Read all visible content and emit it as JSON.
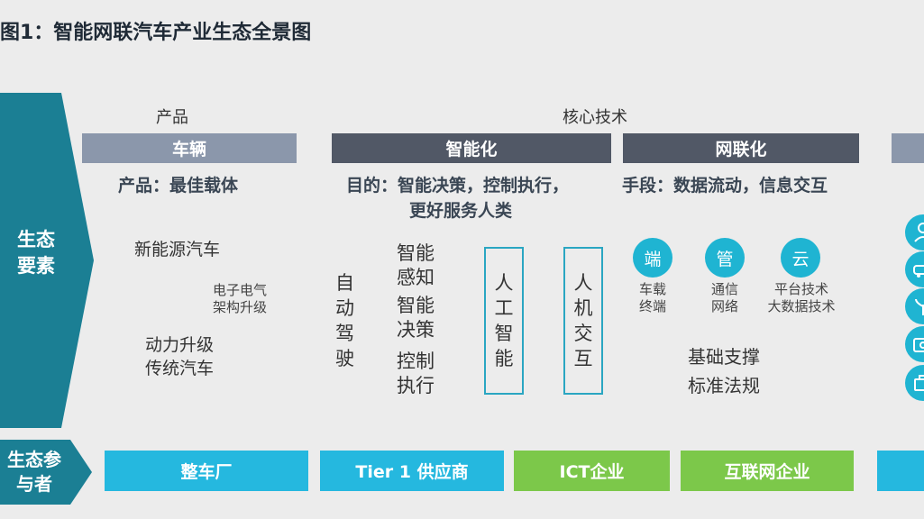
{
  "title": "图1：智能网联汽车产业生态全景图",
  "top_labels": {
    "product": "产品",
    "core_tech": "核心技术"
  },
  "left_arrows": {
    "ecology_elements": [
      "生态",
      "要素"
    ],
    "participants": [
      "生态参",
      "与者"
    ]
  },
  "vehicle": {
    "header": "车辆",
    "subtitle": "产品：最佳载体",
    "items": {
      "new_energy": "新能源汽车",
      "ee_arch": [
        "电子电气",
        "架构升级"
      ],
      "power_upgrade": "动力升级",
      "traditional": "传统汽车"
    }
  },
  "intelligent": {
    "header": "智能化",
    "subtitle": [
      "目的：智能决策，控制执行，",
      "更好服务人类"
    ],
    "autonomous": [
      "自",
      "动",
      "驾",
      "驶"
    ],
    "steps": [
      [
        "智能",
        "感知"
      ],
      [
        "智能",
        "决策"
      ],
      [
        "控制",
        "执行"
      ]
    ],
    "ai": [
      "人",
      "工",
      "智",
      "能"
    ],
    "hmi": [
      "人",
      "机",
      "交",
      "互"
    ]
  },
  "connected": {
    "header": "网联化",
    "subtitle": "手段：数据流动，信息交互",
    "nodes": [
      {
        "icon": "端",
        "label": [
          "车载",
          "终端"
        ]
      },
      {
        "icon": "管",
        "label": [
          "通信",
          "网络"
        ]
      },
      {
        "icon": "云",
        "label": [
          "平台技术",
          "大数据技术"
        ]
      }
    ],
    "support": [
      "基础支撑",
      "标准法规"
    ]
  },
  "participants": [
    {
      "label": "整车厂",
      "color": "#25b8df"
    },
    {
      "label": "Tier 1 供应商",
      "color": "#25b8df"
    },
    {
      "label": "ICT企业",
      "color": "#7cc84a"
    },
    {
      "label": "互联网企业",
      "color": "#7cc84a"
    }
  ],
  "colors": {
    "arrow": "#1b7f94",
    "vehicle_header": "#8b97ab",
    "tech_header": "#515866",
    "circle": "#1fb4d2",
    "box_border": "#2aa6c2"
  },
  "right_icons": [
    "person-icon",
    "car-icon",
    "plant-icon",
    "camera-icon",
    "briefcase-icon"
  ]
}
